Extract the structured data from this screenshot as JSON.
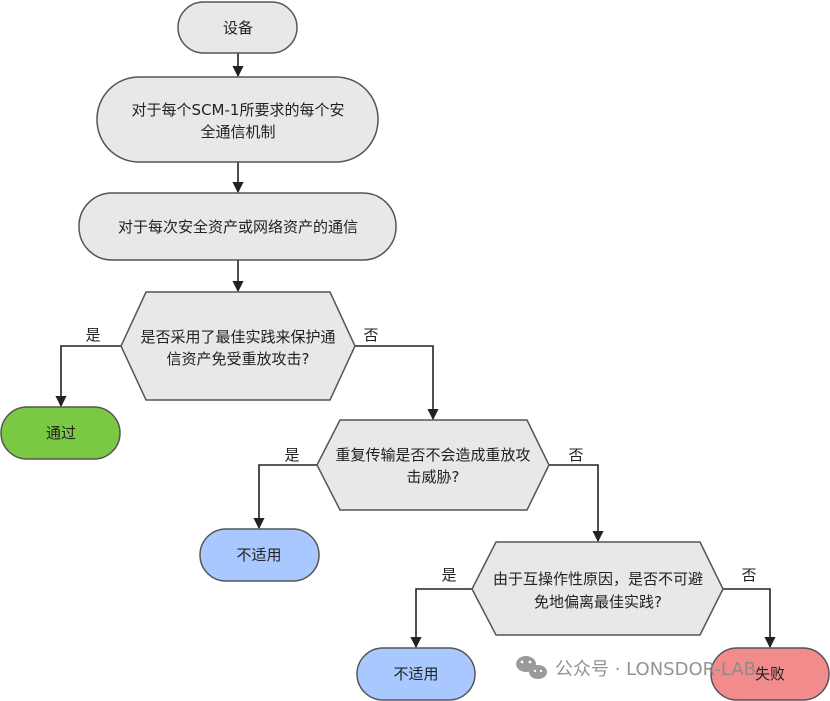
{
  "nodes": {
    "device": "设备",
    "scm_mechanism": [
      "对于每个SCM-1所要求的每个安",
      "全通信机制"
    ],
    "comm_per_asset": "对于每次安全资产或网络资产的通信",
    "decision_best_practice": [
      "是否采用了最佳实践来保护通",
      "信资产免受重放攻击?"
    ],
    "pass": "通过",
    "decision_retransmit": [
      "重复传输是否不会造成重放攻",
      "击威胁?"
    ],
    "not_applicable_1": "不适用",
    "decision_interop": [
      "由于互操作性原因，是否不可避",
      "免地偏离最佳实践?"
    ],
    "not_applicable_2": "不适用",
    "fail": "失败"
  },
  "edge_labels": {
    "yes": "是",
    "no": "否"
  },
  "watermark": {
    "text": "公众号 · LONSDOR-LAB"
  },
  "colors": {
    "process_fill": "#e8e8e8",
    "process_stroke": "#555555",
    "pass_fill": "#7ac943",
    "na_fill": "#a9c8ff",
    "fail_fill": "#f28b8b",
    "line": "#222222"
  }
}
